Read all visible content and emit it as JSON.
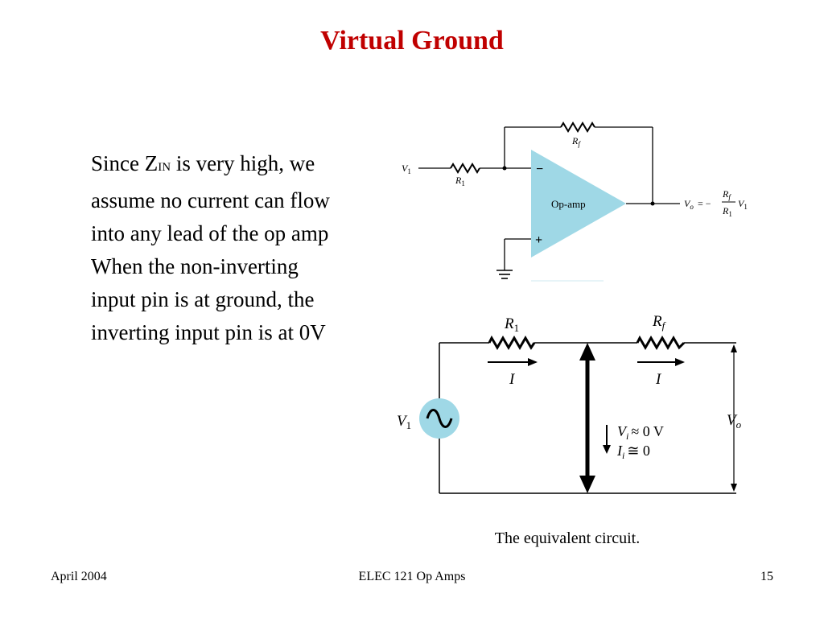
{
  "title": "Virtual Ground",
  "text": {
    "p1_before": "Since Z",
    "p1_sub": "IN",
    "p1_after": " is very high, we assume no current can flow into any lead of the op amp",
    "p2": "When the non-inverting input pin is at ground, the inverting input pin is at 0V"
  },
  "opamp_diagram": {
    "input_label": "V",
    "input_sub": "1",
    "r1_label": "R",
    "r1_sub": "1",
    "rf_label": "R",
    "rf_sub": "f",
    "minus": "−",
    "plus": "+",
    "box_label": "Op-amp",
    "box_color": "#9fd8e6",
    "out_v": "V",
    "out_v_sub": "o",
    "out_eq": "= −",
    "frac_num": "R",
    "frac_num_sub": "f",
    "frac_den": "R",
    "frac_den_sub": "1",
    "out_tail": "V",
    "out_tail_sub": "1"
  },
  "equiv_circuit": {
    "source_label": "V",
    "source_sub": "1",
    "source_color": "#9fd8e6",
    "r1_label": "R",
    "r1_sub": "1",
    "rf_label": "R",
    "rf_sub": "f",
    "i_label_1": "I",
    "i_label_2": "I",
    "vo_label": "V",
    "vo_sub": "o",
    "vi_label": "V",
    "vi_sub": "i",
    "vi_value": "≈ 0 V",
    "ii_label": "I",
    "ii_sub": "i",
    "ii_value": "≅ 0"
  },
  "caption": "The equivalent circuit.",
  "footer": {
    "left": "April  2004",
    "center": "ELEC 121  Op Amps",
    "right": "15"
  }
}
